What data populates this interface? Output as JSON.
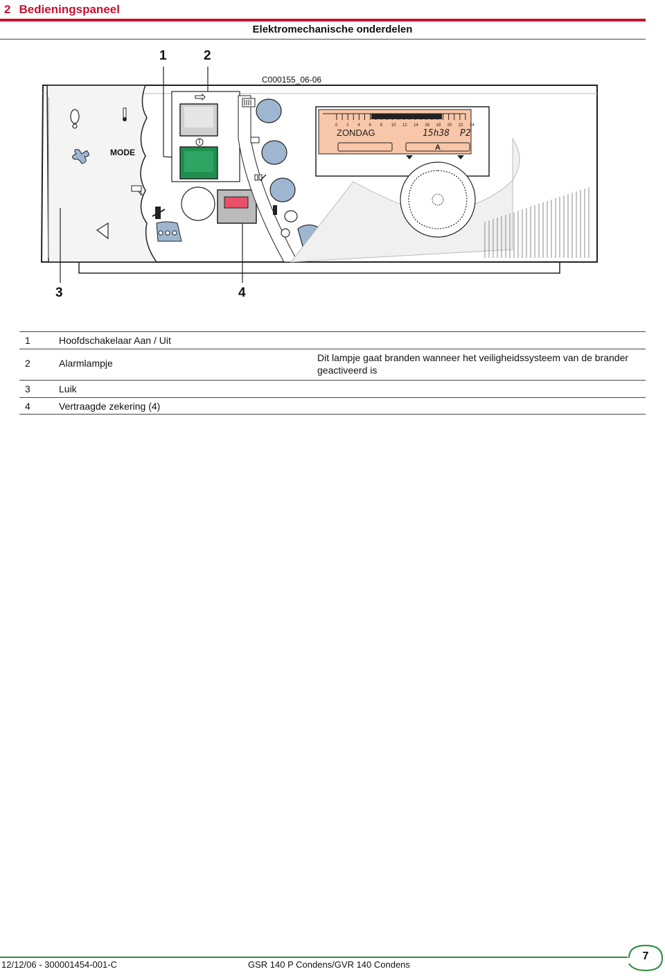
{
  "header": {
    "chapter_number": "2",
    "chapter_title": "Bedieningspaneel",
    "section_title": "Elektromechanische onderdelen"
  },
  "figure": {
    "code": "C000155_06-06",
    "callouts": [
      "1",
      "2",
      "3",
      "4"
    ],
    "mode_label": "MODE",
    "display_day": "ZONDAG",
    "display_time": "15h38",
    "display_program": "P2",
    "display_mode": "A",
    "hour_ticks": [
      "0",
      "2",
      "4",
      "6",
      "8",
      "10",
      "12",
      "14",
      "16",
      "18",
      "20",
      "22",
      "24"
    ],
    "colors": {
      "switch_on": "#2fa564",
      "fuse": "#e8506a",
      "display_bg": "#f8c6a8",
      "button": "#9eb6d0"
    }
  },
  "legend": [
    {
      "number": "1",
      "label": "Hoofdschakelaar Aan / Uit",
      "description": ""
    },
    {
      "number": "2",
      "label": "Alarmlampje",
      "description": "Dit lampje gaat branden wanneer het veiligheidssysteem van de brander geactiveerd is"
    },
    {
      "number": "3",
      "label": "Luik",
      "description": ""
    },
    {
      "number": "4",
      "label": "Vertraagde zekering (4)",
      "description": ""
    }
  ],
  "footer": {
    "left": "12/12/06 - 300001454-001-C",
    "center": "GSR 140 P Condens/GVR 140 Condens",
    "page": "7"
  }
}
